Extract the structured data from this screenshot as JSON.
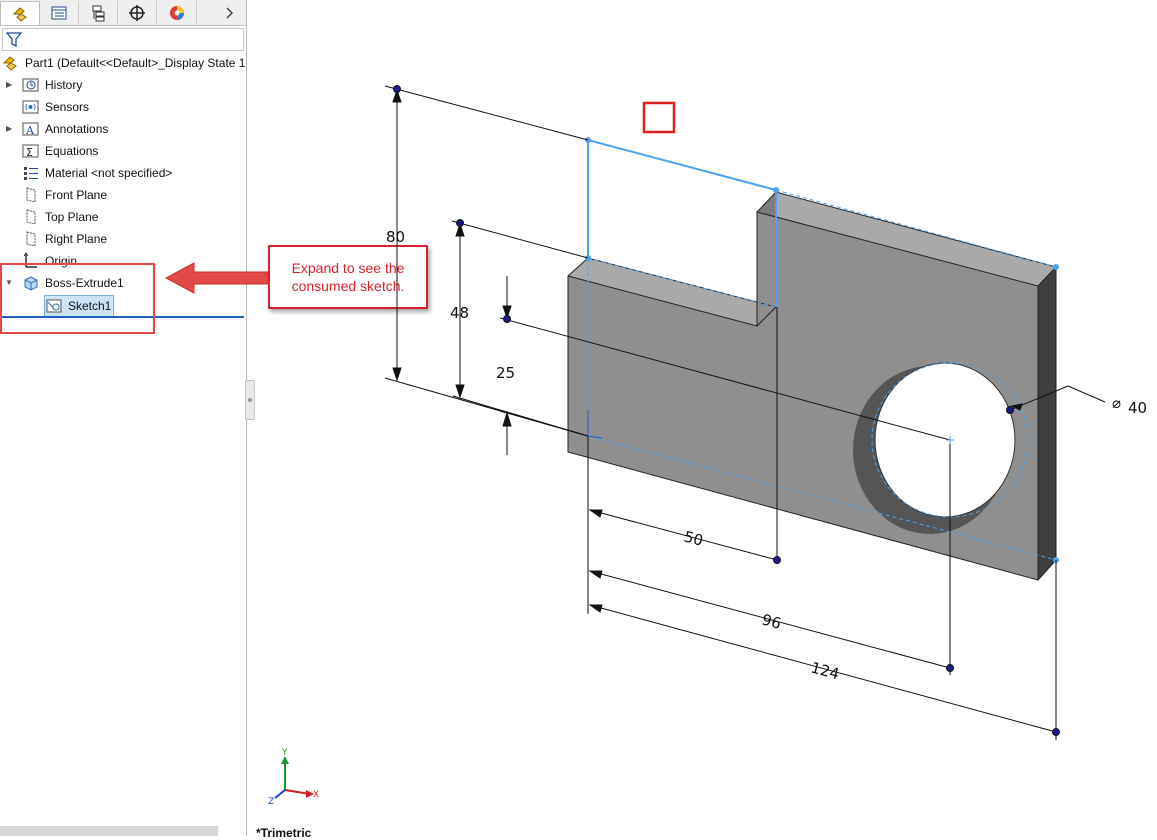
{
  "panel": {
    "tabs": [
      {
        "icon": "feature-manager-icon"
      },
      {
        "icon": "property-manager-icon"
      },
      {
        "icon": "configuration-manager-icon"
      },
      {
        "icon": "dimxpert-icon"
      },
      {
        "icon": "display-manager-icon"
      }
    ],
    "more_icon": "chevron-right-icon",
    "filter_icon": "filter-icon",
    "tree": {
      "root": "Part1  (Default<<Default>_Display State 1",
      "items": [
        {
          "label": "History",
          "icon": "history-icon"
        },
        {
          "label": "Sensors",
          "icon": "sensors-icon"
        },
        {
          "label": "Annotations",
          "icon": "annotations-icon"
        },
        {
          "label": "Equations",
          "icon": "equations-icon"
        },
        {
          "label": "Material <not specified>",
          "icon": "material-icon"
        },
        {
          "label": "Front Plane",
          "icon": "plane-icon"
        },
        {
          "label": "Top Plane",
          "icon": "plane-icon"
        },
        {
          "label": "Right Plane",
          "icon": "plane-icon"
        },
        {
          "label": "Origin",
          "icon": "origin-icon"
        },
        {
          "label": "Boss-Extrude1",
          "icon": "extrude-icon"
        },
        {
          "label": "Sketch1",
          "icon": "sketch-icon"
        }
      ]
    }
  },
  "callout": {
    "text": "Expand to see the consumed sketch."
  },
  "dimensions": {
    "height_total": "80",
    "height_step": "48",
    "hole_center_height": "25",
    "step_width": "50",
    "hole_center_x": "96",
    "width_total": "124",
    "hole_diameter": "40",
    "diameter_symbol": "⌀"
  },
  "triad": {
    "x": "X",
    "y": "Y",
    "z": "Z"
  },
  "view": {
    "name": "*Trimetric"
  },
  "colors": {
    "callout_red": "#d9232c",
    "sketch_blue": "#4aa3f0",
    "part_gray": "#8f8f8f",
    "selection_blue": "#1e63b8"
  }
}
